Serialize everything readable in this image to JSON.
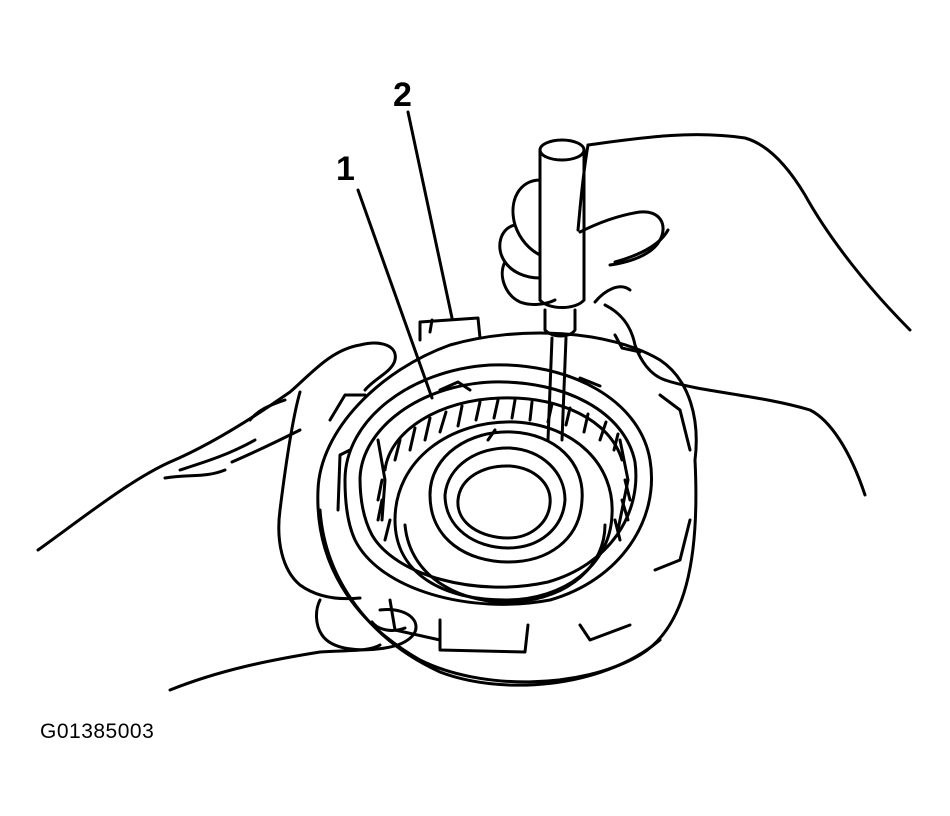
{
  "callouts": {
    "one": "1",
    "two": "2"
  },
  "figure_id": "G01385003",
  "colors": {
    "ink": "#000000",
    "paper": "#ffffff"
  }
}
